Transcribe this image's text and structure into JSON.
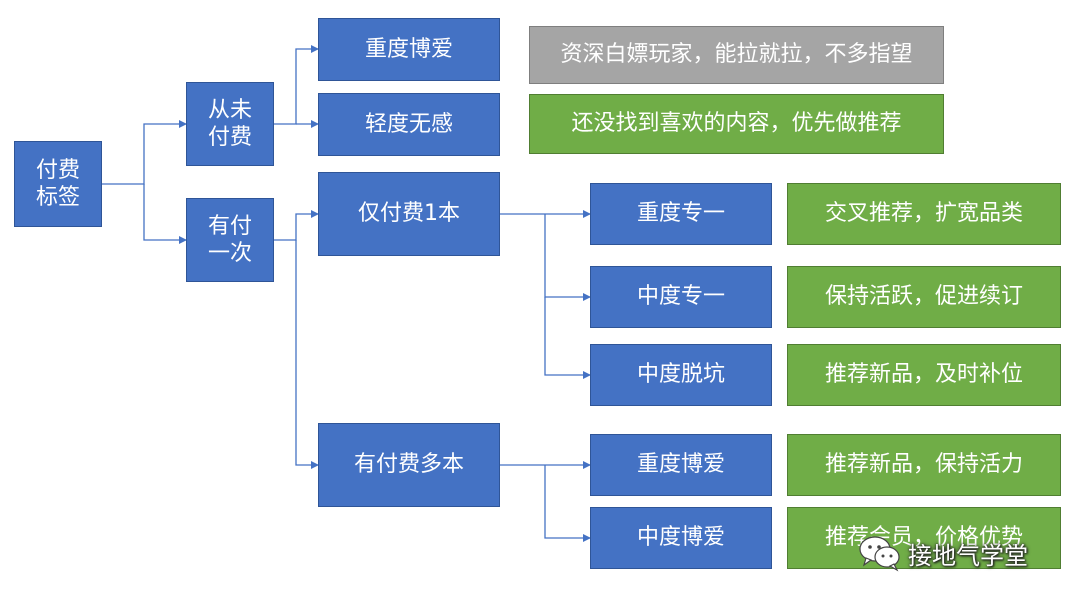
{
  "colors": {
    "node_blue": "#4472c4",
    "node_green": "#70ad47",
    "node_gray": "#a5a5a5",
    "connector": "#4472c4"
  },
  "nodes": {
    "root": [
      "付费",
      "标签"
    ],
    "never_paid": [
      "从未",
      "付费"
    ],
    "paid_once": [
      "有付",
      "一次"
    ],
    "heavy_love": "重度博爱",
    "light_indifferent": "轻度无感",
    "paid_one_book": "仅付费1本",
    "paid_multi_books": "有付费多本",
    "one_heavy_loyal": "重度专一",
    "one_mid_loyal": "中度专一",
    "one_mid_drop": "中度脱坑",
    "multi_heavy_love": "重度博爱",
    "multi_mid_love": "中度博爱"
  },
  "strategies": {
    "heavy_love": "资深白嫖玩家，能拉就拉，不多指望",
    "light_indifferent": "还没找到喜欢的内容，优先做推荐",
    "one_heavy_loyal": "交叉推荐，扩宽品类",
    "one_mid_loyal": "保持活跃，促进续订",
    "one_mid_drop": "推荐新品，及时补位",
    "multi_heavy_love": "推荐新品，保持活力",
    "multi_mid_love": "推荐会员，价格优势"
  },
  "watermark": {
    "text": "接地气学堂",
    "icon": "wechat-icon"
  }
}
